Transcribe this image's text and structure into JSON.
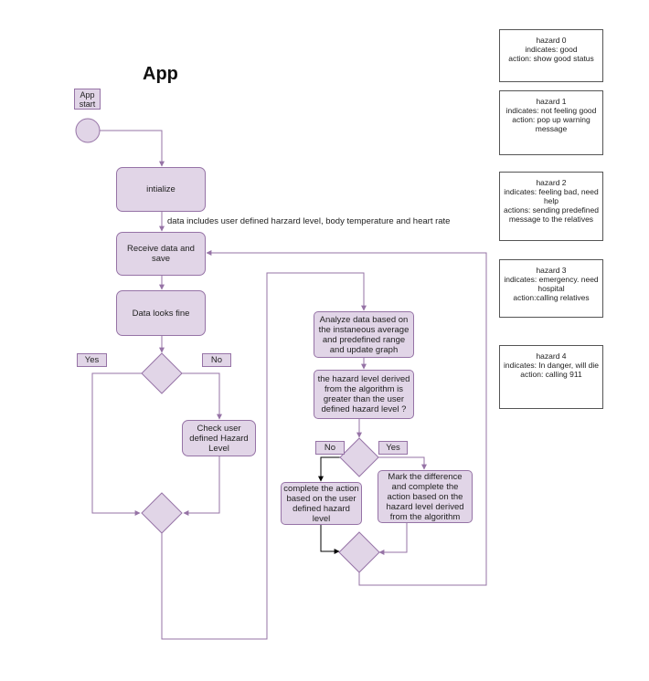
{
  "title": "App",
  "annotation": "data includes user defined harzard level, body temperature and heart rate",
  "nodes": {
    "app_start": "App start",
    "initialize": "intialize",
    "receive": "Receive data and save",
    "looks_fine": "Data looks fine",
    "check_user": "Check user defined Hazard Level",
    "analyze": "Analyze data based on the instaneous average and predefined range and update graph",
    "compare": "the hazard level derived from the algorithm is greater than the user defined hazard level ?",
    "complete_user": "complete the action based on the user defined hazard level",
    "mark_diff": "Mark the difference and complete the action based on the  hazard level derived from the algorithm"
  },
  "branch_labels": {
    "left_yes": "Yes",
    "left_no": "No",
    "right_no": "No",
    "right_yes": "Yes"
  },
  "legend": [
    {
      "level": "hazard 0",
      "lines": [
        "indicates: good",
        "action: show good status"
      ]
    },
    {
      "level": "hazard 1",
      "lines": [
        "indicates: not feeling good",
        "action: pop up warning message"
      ]
    },
    {
      "level": "hazard 2",
      "lines": [
        "indicates: feeling bad, need help",
        "actions: sending predefined message to the relatives"
      ]
    },
    {
      "level": "hazard 3",
      "lines": [
        "indicates: emergency. need hospital",
        "action:calling relatives"
      ]
    },
    {
      "level": "hazard 4",
      "lines": [
        "indicates: In danger, will die",
        "action: calling 911"
      ]
    }
  ],
  "colors": {
    "node_fill": "#e1d5e7",
    "node_stroke": "#9673a6",
    "arrow_dark": "#000000"
  }
}
